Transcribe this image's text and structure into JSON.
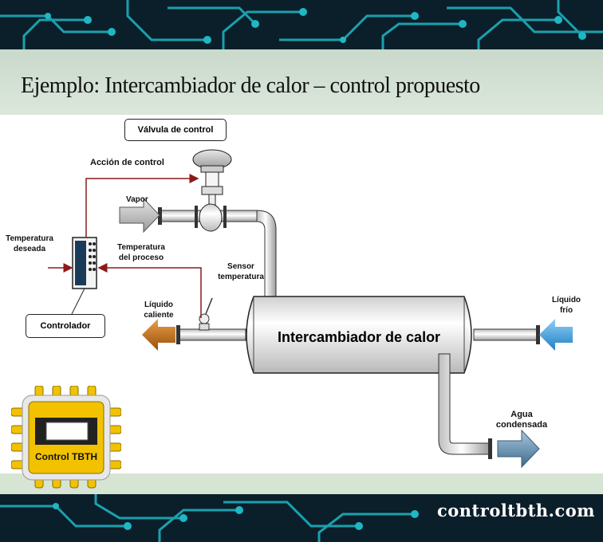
{
  "title": "Ejemplo: Intercambiador de calor – control propuesto",
  "labels": {
    "control_valve": "Válvula de control",
    "control_action": "Acción de control",
    "steam": "Vapor",
    "desired_temp_line1": "Temperatura",
    "desired_temp_line2": "deseada",
    "process_temp_line1": "Temperatura",
    "process_temp_line2": "del proceso",
    "sensor_line1": "Sensor",
    "sensor_line2": "temperatura",
    "controller": "Controlador",
    "hot_liquid_line1": "Líquido",
    "hot_liquid_line2": "caliente",
    "cold_liquid_line1": "Líquido",
    "cold_liquid_line2": "frío",
    "heat_exchanger": "Intercambiador de calor",
    "condensate_line1": "Agua",
    "condensate_line2": "condensada"
  },
  "logo": {
    "text": "Control TBTH"
  },
  "brand": "controltbth.com",
  "colors": {
    "band": "#0a1f2a",
    "circuit": "#1fb7c4",
    "title_bar": "#d2e0d2",
    "signal_line": "#8b1a1a",
    "hot_arrow": "#c2680e",
    "cold_arrow": "#3aa0e0",
    "gray_arrow": "#a8a8a8",
    "condensate_arrow": "#4f7ea3",
    "logo_yellow": "#f2c200"
  }
}
